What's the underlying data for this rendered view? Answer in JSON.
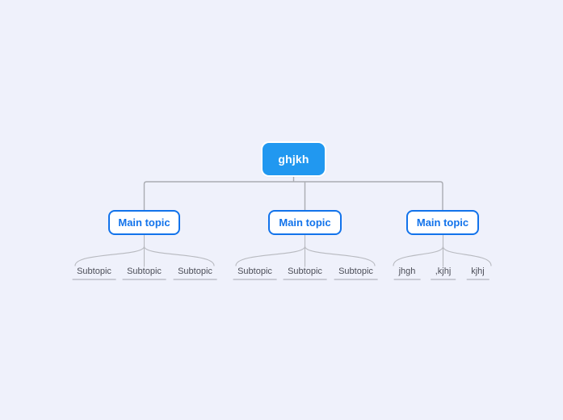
{
  "canvas": {
    "background_color": "#eff1fb"
  },
  "colors": {
    "root_fill": "#2198f0",
    "root_text": "#ffffff",
    "main_topic_border": "#1273eb",
    "main_topic_text": "#1273eb",
    "connector_line": "#aaacb2",
    "subtopic_text": "#4b4d57",
    "subtopic_underline": "#c9cbd5"
  },
  "mindmap": {
    "root": {
      "label": "ghjkh"
    },
    "branches": [
      {
        "label": "Main topic",
        "children": [
          "Subtopic",
          "Subtopic",
          "Subtopic"
        ]
      },
      {
        "label": "Main topic",
        "children": [
          "Subtopic",
          "Subtopic",
          "Subtopic"
        ]
      },
      {
        "label": "Main topic",
        "children": [
          "jhgh",
          ",kjhj",
          "kjhj"
        ]
      }
    ]
  }
}
